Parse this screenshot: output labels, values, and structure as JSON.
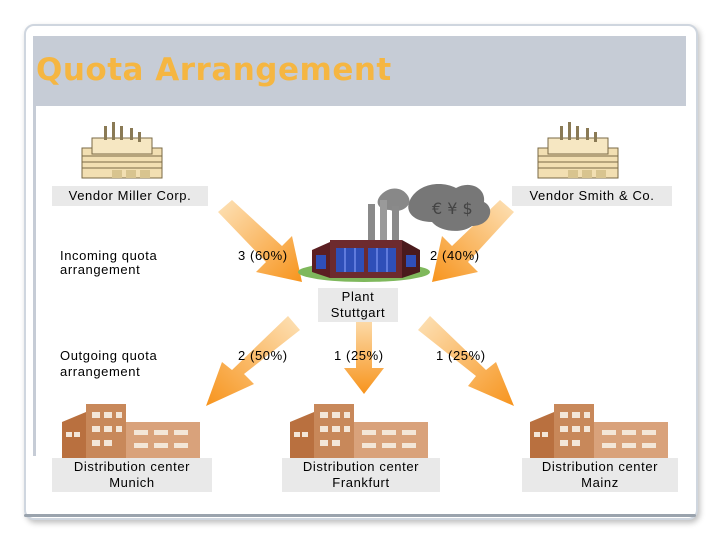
{
  "title": "Quota Arrangement",
  "vendors": [
    {
      "label": "Vendor Miller Corp."
    },
    {
      "label": "Vendor Smith & Co."
    }
  ],
  "incoming": {
    "label_line1": "Incoming quota",
    "label_line2": "arrangement",
    "quota_left": "3 (60%)",
    "quota_right": "2 (40%)"
  },
  "plant": {
    "line1": "Plant",
    "line2": "Stuttgart"
  },
  "outgoing": {
    "label_line1": "Outgoing quota",
    "label_line2": "arrangement",
    "quota_munich": "2 (50%)",
    "quota_frankfurt": "1 (25%)",
    "quota_mainz": "1 (25%)"
  },
  "distribution_centers": [
    {
      "line1": "Distribution center",
      "line2": "Munich"
    },
    {
      "line1": "Distribution center",
      "line2": "Frankfurt"
    },
    {
      "line1": "Distribution center",
      "line2": "Mainz"
    }
  ],
  "colors": {
    "title": "#f5b642",
    "arrow": "#f7941d",
    "arrow_light": "#fcd9a6",
    "building": "#c8885a"
  }
}
